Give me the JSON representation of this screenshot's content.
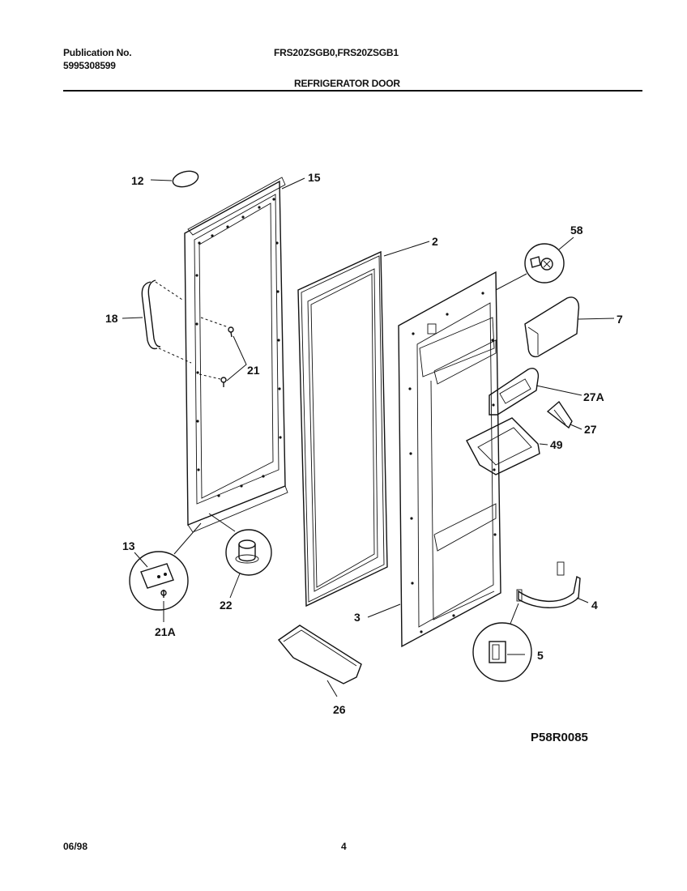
{
  "header": {
    "publication_label": "Publication No.",
    "publication_number": "5995308599",
    "models": "FRS20ZSGB0,FRS20ZSGB1",
    "section_title": "REFRIGERATOR DOOR"
  },
  "callouts": {
    "c12": "12",
    "c15": "15",
    "c2": "2",
    "c58": "58",
    "c7": "7",
    "c18": "18",
    "c21": "21",
    "c27a": "27A",
    "c27": "27",
    "c49": "49",
    "c13": "13",
    "c22": "22",
    "c21a": "21A",
    "c3": "3",
    "c4": "4",
    "c5": "5",
    "c26": "26"
  },
  "diagram_code": "P58R0085",
  "footer": {
    "date": "06/98",
    "page": "4"
  }
}
